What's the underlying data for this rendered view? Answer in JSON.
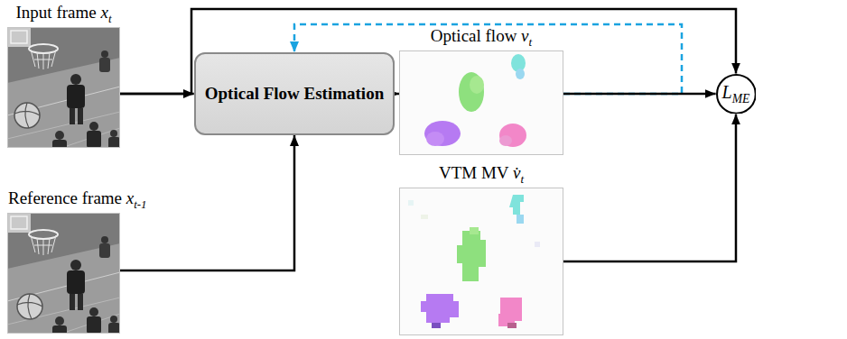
{
  "diagram": {
    "nodes": [
      {
        "text": [
          "Input frame xt"
        ]
      },
      {
        "text": [
          "Reference frame xt-1"
        ]
      },
      {
        "text": [
          "Optical Flow Estimation"
        ]
      },
      {
        "text": [
          "Optical flow vt"
        ]
      },
      {
        "text": [
          "VTM MV v̇t"
        ]
      },
      {
        "text": [
          "LME"
        ]
      }
    ],
    "edges": [
      {
        "from": 0,
        "to": 2,
        "arrow": "to"
      },
      {
        "from": 0,
        "to": 5,
        "arrow": "to"
      },
      {
        "from": 1,
        "to": 2,
        "arrow": "to"
      },
      {
        "from": 2,
        "to": 3,
        "arrow": "to"
      },
      {
        "from": 3,
        "to": 5,
        "arrow": "to"
      },
      {
        "from": 3,
        "to": 2,
        "arrow": "to"
      },
      {
        "from": 4,
        "to": 5,
        "arrow": "to"
      }
    ]
  }
}
